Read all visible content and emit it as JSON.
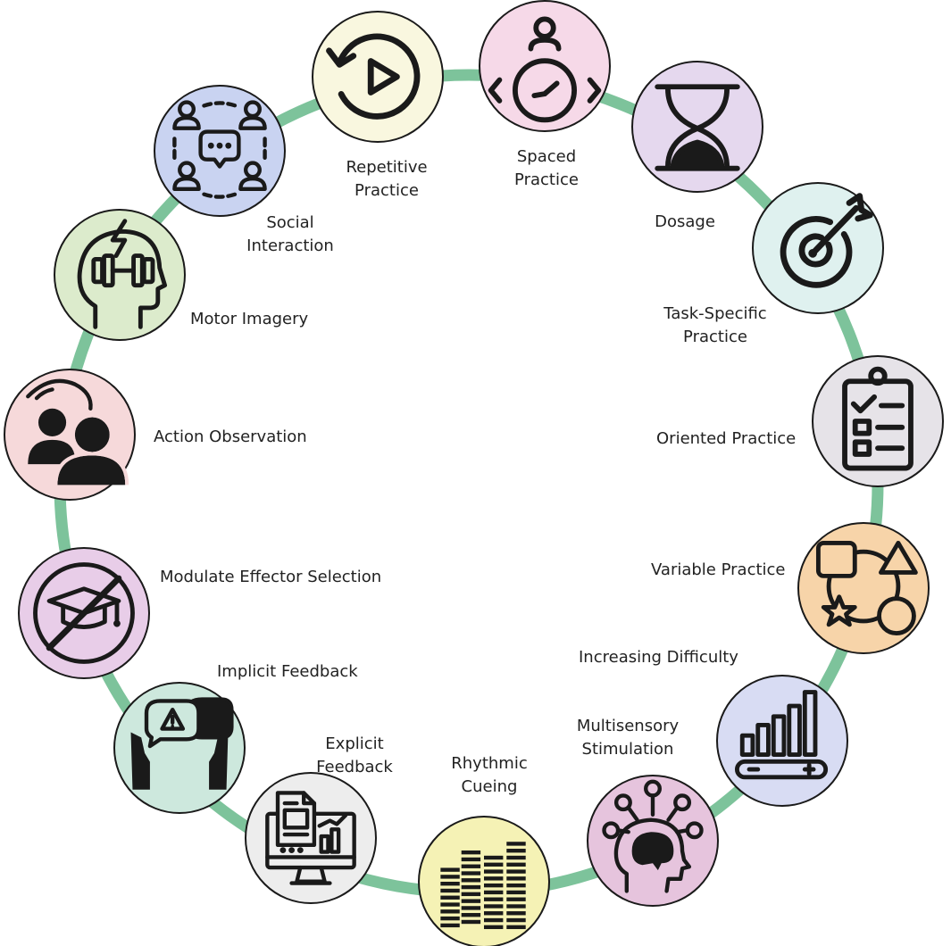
{
  "colors": {
    "ring": "#7dc39b",
    "outline": "#1a1a1a",
    "repetitive": "#f9f7df",
    "spaced": "#f6d9e8",
    "dosage": "#e5d8ee",
    "task_specific": "#dff1ef",
    "oriented": "#e6e3e8",
    "variable": "#f7d4a9",
    "difficulty": "#d8dcf3",
    "multisensory": "#e6c4dd",
    "rhythmic": "#f5f2b5",
    "explicit": "#ededed",
    "implicit": "#cde8dd",
    "modulate": "#e8cde8",
    "action": "#f6d9da",
    "motor": "#dcebcc",
    "social": "#c9d3f1"
  },
  "nodes": [
    {
      "id": "repetitive",
      "icon": "replay-icon",
      "lines": [
        "Repetitive",
        "Practice"
      ]
    },
    {
      "id": "spaced",
      "icon": "stopwatch-person-icon",
      "lines": [
        "Spaced",
        "Practice"
      ]
    },
    {
      "id": "dosage",
      "icon": "hourglass-icon",
      "lines": [
        "Dosage"
      ]
    },
    {
      "id": "task_specific",
      "icon": "target-arrow-icon",
      "lines": [
        "Task-Specific",
        "Practice"
      ]
    },
    {
      "id": "oriented",
      "icon": "checklist-clipboard-icon",
      "lines": [
        "Oriented Practice"
      ]
    },
    {
      "id": "variable",
      "icon": "shapes-icon",
      "lines": [
        "Variable Practice"
      ]
    },
    {
      "id": "difficulty",
      "icon": "bar-slider-icon",
      "lines": [
        "Increasing Difficulty"
      ]
    },
    {
      "id": "multisensory",
      "icon": "head-brain-network-icon",
      "lines": [
        "Multisensory",
        "Stimulation"
      ]
    },
    {
      "id": "rhythmic",
      "icon": "equalizer-icon",
      "lines": [
        "Rhythmic",
        "Cueing"
      ]
    },
    {
      "id": "explicit",
      "icon": "monitor-document-icon",
      "lines": [
        "Explicit",
        "Feedback"
      ]
    },
    {
      "id": "implicit",
      "icon": "warning-speech-icon",
      "lines": [
        "Implicit Feedback"
      ]
    },
    {
      "id": "modulate",
      "icon": "no-graduation-cap-icon",
      "lines": [
        "Modulate Effector Selection"
      ]
    },
    {
      "id": "action",
      "icon": "people-observe-icon",
      "lines": [
        "Action Observation"
      ]
    },
    {
      "id": "motor",
      "icon": "head-dumbbell-icon",
      "lines": [
        "Motor Imagery"
      ]
    },
    {
      "id": "social",
      "icon": "group-chat-icon",
      "lines": [
        "Social",
        "Interaction"
      ]
    }
  ]
}
